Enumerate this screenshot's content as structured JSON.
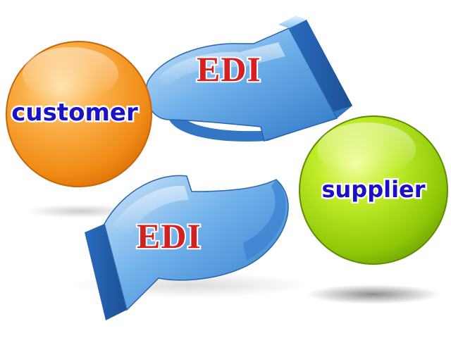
{
  "diagram": {
    "nodes": [
      {
        "id": "customer",
        "label": "customer",
        "color": "#f39018"
      },
      {
        "id": "supplier",
        "label": "supplier",
        "color": "#9acd0a"
      }
    ],
    "edges": [
      {
        "label": "EDI",
        "from": "customer",
        "to": "supplier"
      },
      {
        "label": "EDI",
        "from": "supplier",
        "to": "customer"
      }
    ],
    "colors": {
      "arrow": "#4a90d9",
      "edi_text": "#d42020",
      "node_text": "#1a10c8"
    }
  }
}
